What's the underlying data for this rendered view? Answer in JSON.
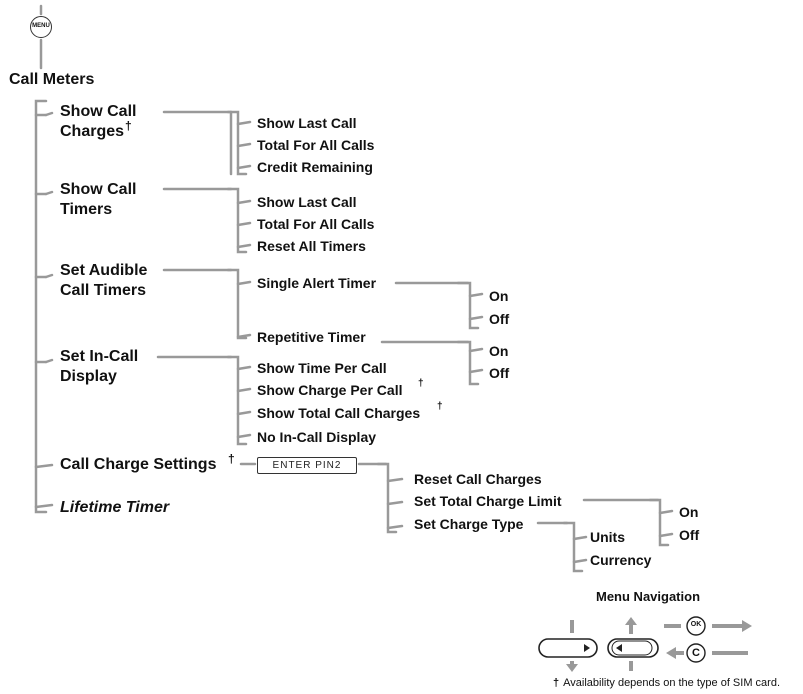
{
  "menu_icon": {
    "label": "MENU",
    "name": "menu-key-icon"
  },
  "root": "Call Meters",
  "dagger": "†",
  "items": {
    "show_call_charges": {
      "line1": "Show Call",
      "line2": "Charges",
      "children": [
        "Show Last Call",
        "Total For All Calls",
        "Credit Remaining"
      ]
    },
    "show_call_timers": {
      "line1": "Show Call",
      "line2": "Timers",
      "children": [
        "Show Last Call",
        "Total For All Calls",
        "Reset All Timers"
      ]
    },
    "set_audible_call_timers": {
      "line1": "Set Audible",
      "line2": "Call Timers",
      "single_alert_timer": {
        "label": "Single Alert Timer",
        "options": [
          "On",
          "Off"
        ]
      },
      "repetitive_timer": {
        "label": "Repetitive Timer",
        "options": [
          "On",
          "Off"
        ]
      }
    },
    "set_in_call_display": {
      "line1": "Set In-Call",
      "line2": "Display",
      "children": [
        "Show Time Per Call",
        "Show Charge Per Call",
        "Show Total Call Charges",
        "No In-Call Display"
      ]
    },
    "call_charge_settings": {
      "label": "Call Charge Settings",
      "pin_prompt": "ENTER PIN2",
      "children": {
        "reset": "Reset Call Charges",
        "limit": {
          "label": "Set Total Charge Limit",
          "options": [
            "On",
            "Off"
          ]
        },
        "type": {
          "label": "Set Charge Type",
          "options": [
            "Units",
            "Currency"
          ]
        }
      }
    },
    "lifetime_timer": "Lifetime Timer"
  },
  "navigation": {
    "title": "Menu Navigation",
    "icons": [
      "nav-key-down-icon",
      "nav-key-left-up-icon",
      "ok-key-icon",
      "clear-key-icon"
    ],
    "ok_label": "OK",
    "clear_label": "C"
  },
  "footnote": {
    "marker": "†",
    "text": "Availability depends on the type of SIM card."
  }
}
